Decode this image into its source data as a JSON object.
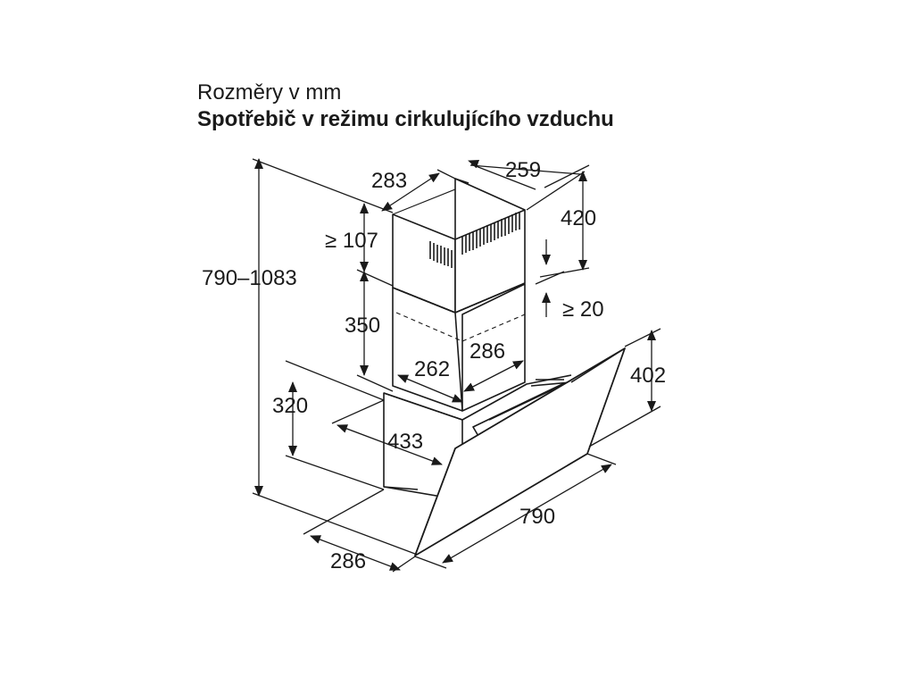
{
  "header": {
    "units_line": "Rozměry v mm",
    "title": "Spotřebič v režimu cirkulujícího vzduchu"
  },
  "dimensions": {
    "total_height": "790–1083",
    "chimney_depth": "283",
    "chimney_width": "259",
    "upper_chimney_height": "420",
    "min_top_gap": "≥ 107",
    "lower_chimney_height": "350",
    "min_overlap": "≥ 20",
    "inner_width": "286",
    "inner_depth": "262",
    "body_height": "320",
    "glass_height": "402",
    "body_depth": "433",
    "overall_width": "790",
    "overall_depth": "286"
  },
  "colors": {
    "line": "#1a1a1a",
    "background": "#ffffff"
  }
}
